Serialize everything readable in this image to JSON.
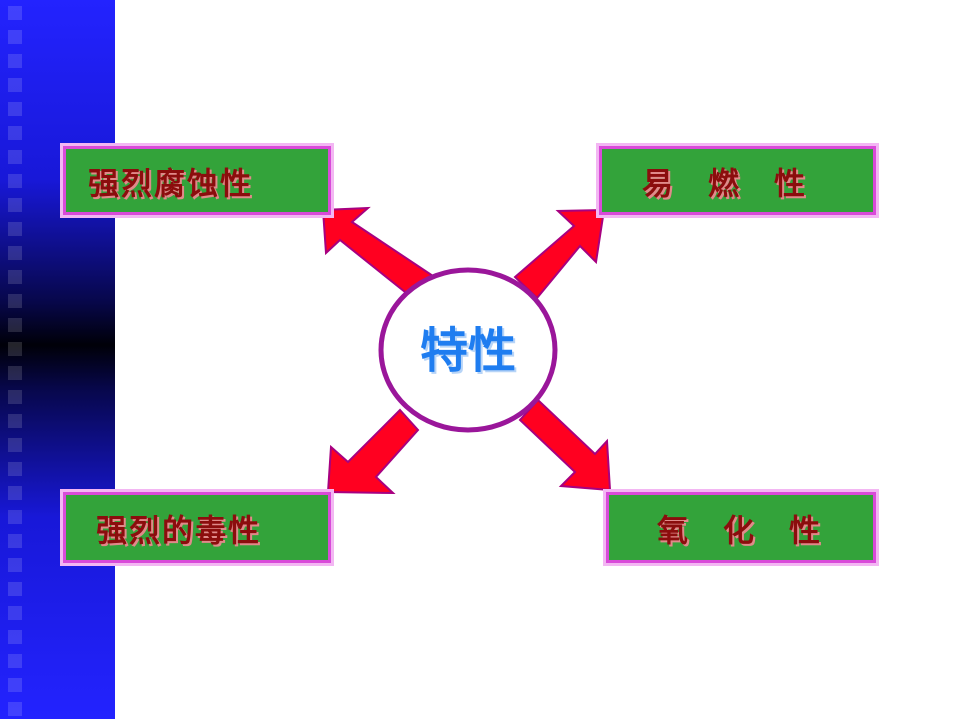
{
  "center": {
    "label": "特性"
  },
  "properties": {
    "top_left": "强烈腐蚀性",
    "top_right": "易　燃　性",
    "bottom_left": "强烈的毒性",
    "bottom_right": "氧　化　性"
  },
  "colors": {
    "sidebar": "#2323ff",
    "box_fill": "#33a33a",
    "box_border": "#d94ad9",
    "box_text": "#8b0d0d",
    "arrow_fill": "#ff0020",
    "arrow_stroke": "#a80080",
    "circle_stroke": "#9a169a",
    "center_text": "#1f7df0"
  }
}
